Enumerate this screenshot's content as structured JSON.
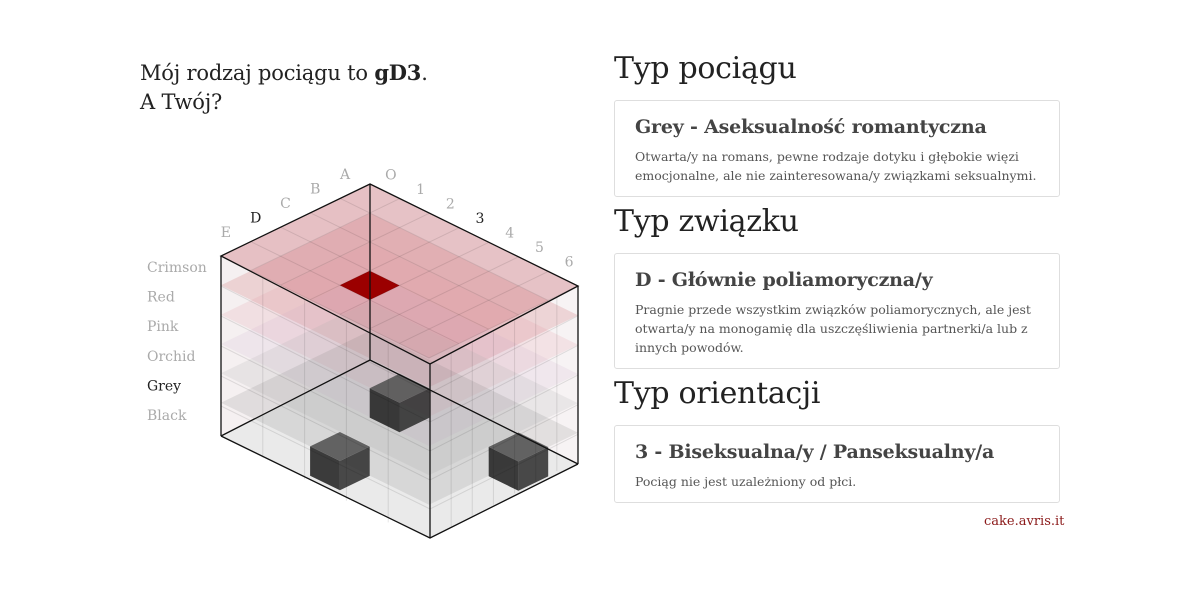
{
  "intro": {
    "line1_prefix": "Mój rodzaj pociągu to ",
    "code": "gD3",
    "line1_suffix": ".",
    "line2": "A Twój?"
  },
  "diagram": {
    "letter_axis": [
      "A",
      "B",
      "C",
      "D",
      "E"
    ],
    "number_axis": [
      "O",
      "1",
      "2",
      "3",
      "4",
      "5",
      "6"
    ],
    "color_axis": [
      "Crimson",
      "Red",
      "Pink",
      "Orchid",
      "Grey",
      "Black"
    ],
    "selected_letter": "D",
    "selected_number": "3",
    "selected_color": "Grey",
    "highlight_color": "#9b0000",
    "dark_block_color": "#2b2b2b"
  },
  "sections": [
    {
      "heading": "Typ pociągu",
      "title": "Grey - Aseksualność romantyczna",
      "text": "Otwarta/y na romans, pewne rodzaje dotyku i głębokie więzi emocjonalne, ale nie zainteresowana/y związkami seksualnymi."
    },
    {
      "heading": "Typ związku",
      "title": "D - Głównie poliamoryczna/y",
      "text": "Pragnie przede wszystkim związków poliamorycznych, ale jest otwarta/y na monogamię dla uszczęśliwienia partnerki/a lub z innych powodów."
    },
    {
      "heading": "Typ orientacji",
      "title": "3 - Biseksualna/y / Panseksualny/a",
      "text": "Pociąg nie jest uzależniony od płci."
    }
  ],
  "footer": {
    "link": "cake.avris.it"
  }
}
